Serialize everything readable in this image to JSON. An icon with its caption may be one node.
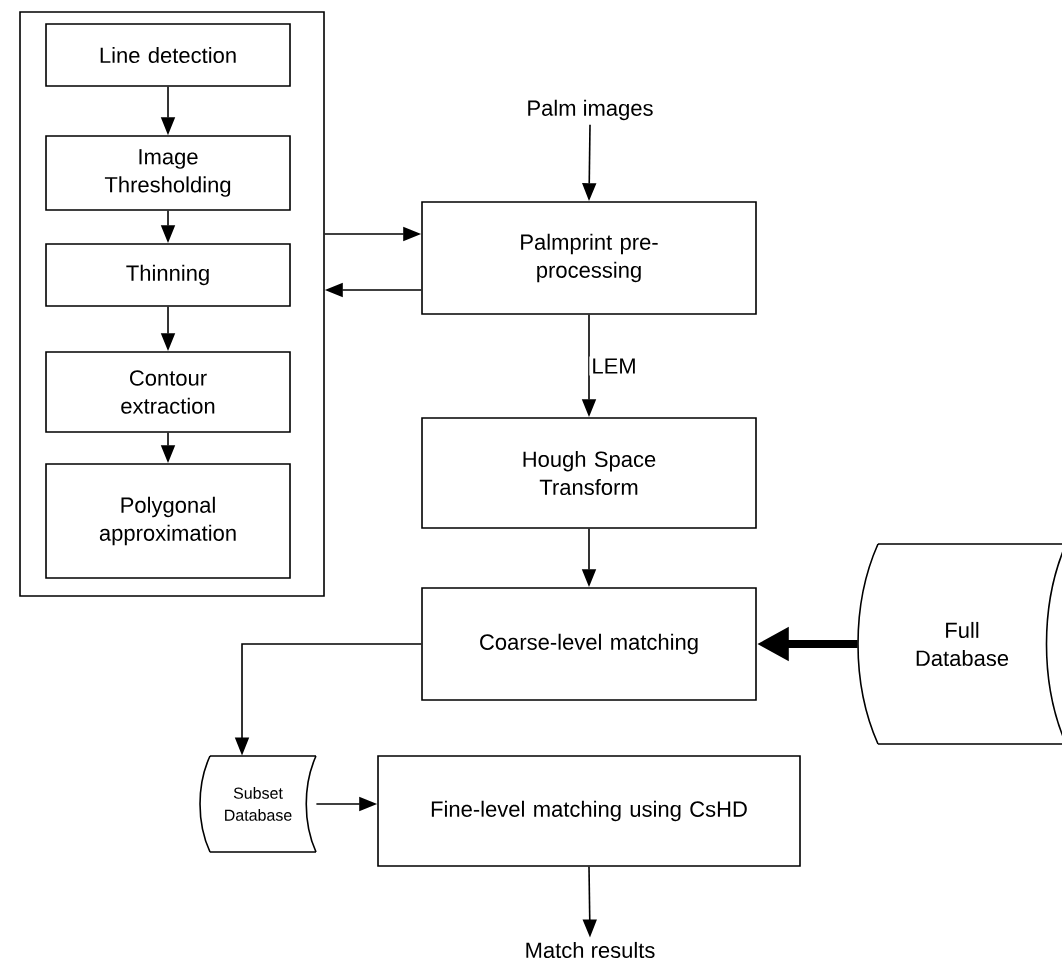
{
  "diagram": {
    "nodes": [
      {
        "text": [],
        "shape": "box"
      },
      {
        "text": [
          "Line detection"
        ],
        "in": 0
      },
      {
        "text": [
          "Image Thresholding"
        ],
        "in": 0
      },
      {
        "text": [
          "Thinning"
        ],
        "in": 0
      },
      {
        "text": [
          "Contour extraction"
        ],
        "in": 0
      },
      {
        "text": [
          "Polygonal approximation"
        ],
        "in": 0
      },
      {
        "text": [
          "Palm images"
        ]
      },
      {
        "text": [
          "Palmprint pre-processing"
        ]
      },
      {
        "text": [
          "Hough Space Transform"
        ]
      },
      {
        "text": [
          "Coarse-level matching"
        ]
      },
      {
        "text": [
          "Full Database"
        ]
      },
      {
        "text": [
          "Subset Database"
        ]
      },
      {
        "text": [
          "Fine-level matching using CsHD"
        ]
      },
      {
        "text": [
          "Match results"
        ]
      }
    ],
    "edges": [
      {
        "from": 1,
        "to": 2,
        "arrow": "to"
      },
      {
        "from": 2,
        "to": 3,
        "arrow": "to"
      },
      {
        "from": 3,
        "to": 4,
        "arrow": "to"
      },
      {
        "from": 4,
        "to": 5,
        "arrow": "to"
      },
      {
        "from": 0,
        "to": 7,
        "arrow": "to"
      },
      {
        "from": 7,
        "to": 0,
        "arrow": "to"
      },
      {
        "from": 6,
        "to": 7,
        "arrow": "to"
      },
      {
        "from": 7,
        "to": 8,
        "arrow": "to",
        "label": "LEM"
      },
      {
        "from": 8,
        "to": 9,
        "arrow": "to"
      },
      {
        "from": 10,
        "to": 9,
        "arrow": "to",
        "style": "thick"
      },
      {
        "from": 9,
        "to": 11,
        "arrow": "to"
      },
      {
        "from": 11,
        "to": 12,
        "arrow": "to"
      },
      {
        "from": 12,
        "to": 13,
        "arrow": "to"
      }
    ]
  }
}
